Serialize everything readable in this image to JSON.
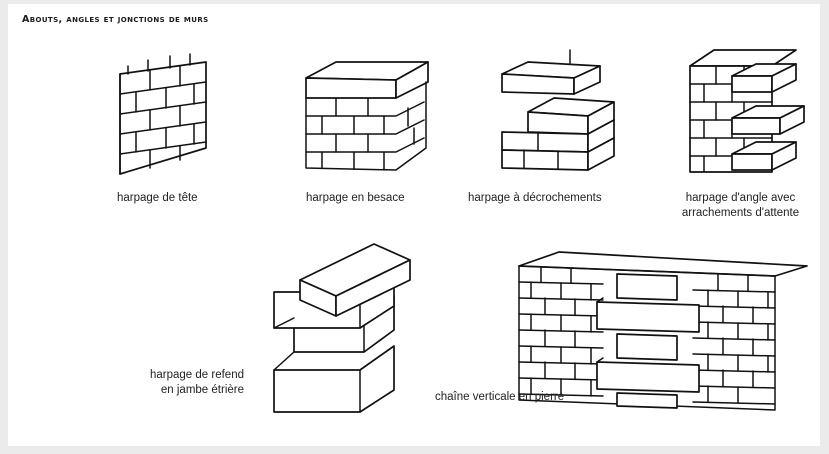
{
  "heading": "Abouts, angles et jonctions de murs",
  "labels": {
    "tete": "harpage de tête",
    "besace": "harpage en besace",
    "decrochements": "harpage à décrochements",
    "angle_line1": "harpage d'angle avec",
    "angle_line2": "arrachements d'attente",
    "refend_line1": "harpage de refend",
    "refend_line2": "en jambe étrière",
    "chaine": "chaîne verticale en pierre"
  }
}
